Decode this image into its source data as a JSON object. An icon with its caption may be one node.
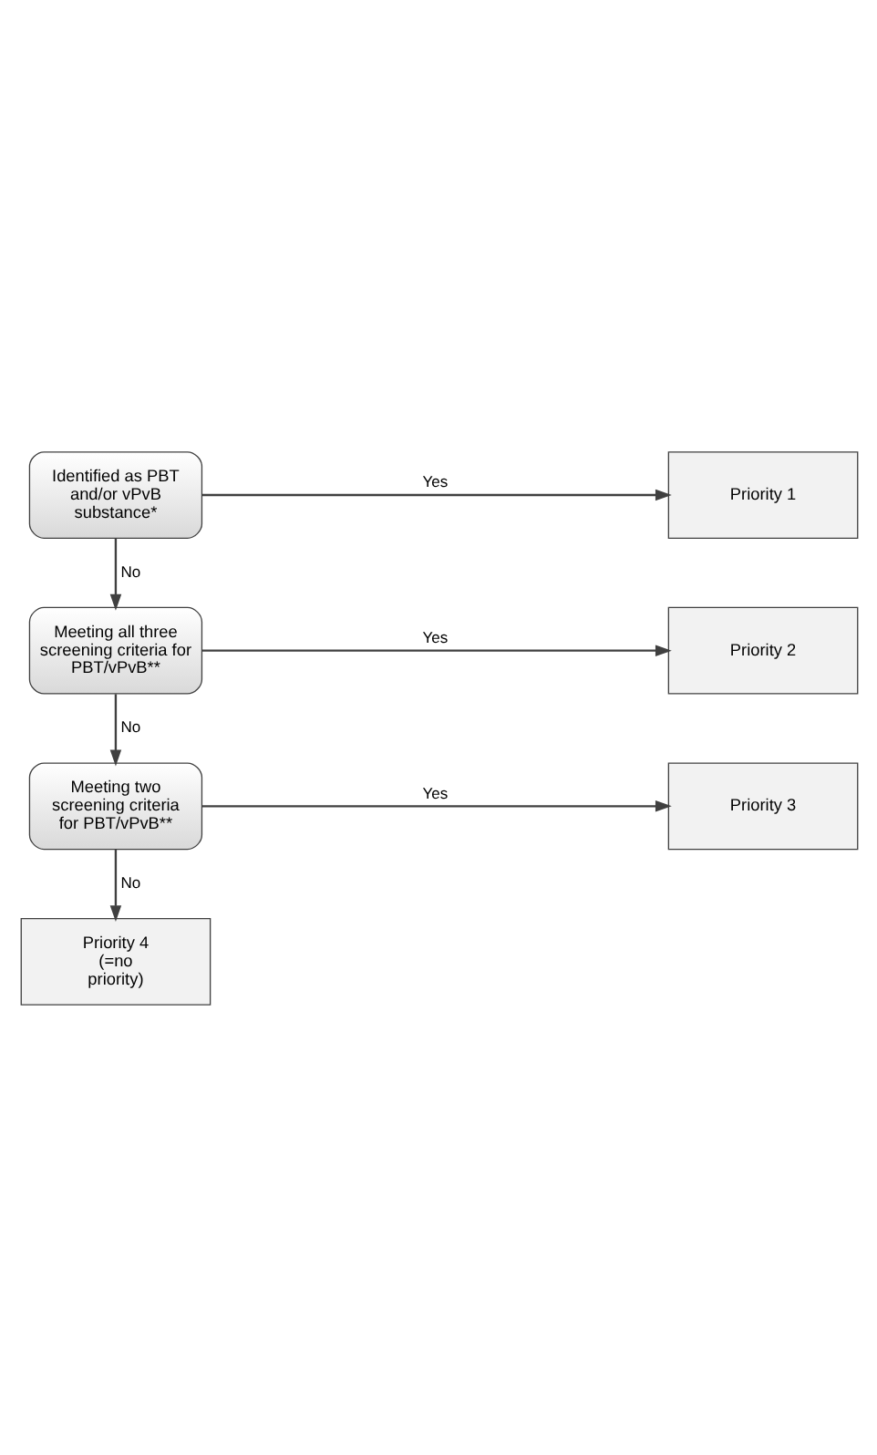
{
  "diagram": {
    "nodes": [
      {
        "text": [
          "Identified as PBT and/or vPvB substance*"
        ]
      },
      {
        "text": [
          "Priority 1"
        ]
      },
      {
        "text": [
          "Meeting all three screening criteria for PBT/vPvB**"
        ]
      },
      {
        "text": [
          "Priority 2"
        ]
      },
      {
        "text": [
          "Meeting two screening criteria for PBT/vPvB**"
        ]
      },
      {
        "text": [
          "Priority 3"
        ]
      },
      {
        "text": [
          "Priority 4 (=no priority)"
        ]
      }
    ],
    "edges": [
      {
        "from": 0,
        "to": 1,
        "arrow": "to",
        "label": "Yes"
      },
      {
        "from": 0,
        "to": 2,
        "arrow": "to",
        "label": "No"
      },
      {
        "from": 2,
        "to": 3,
        "arrow": "to",
        "label": "Yes"
      },
      {
        "from": 2,
        "to": 4,
        "arrow": "to",
        "label": "No"
      },
      {
        "from": 4,
        "to": 5,
        "arrow": "to",
        "label": "Yes"
      },
      {
        "from": 4,
        "to": 6,
        "arrow": "to",
        "label": "No"
      }
    ]
  }
}
